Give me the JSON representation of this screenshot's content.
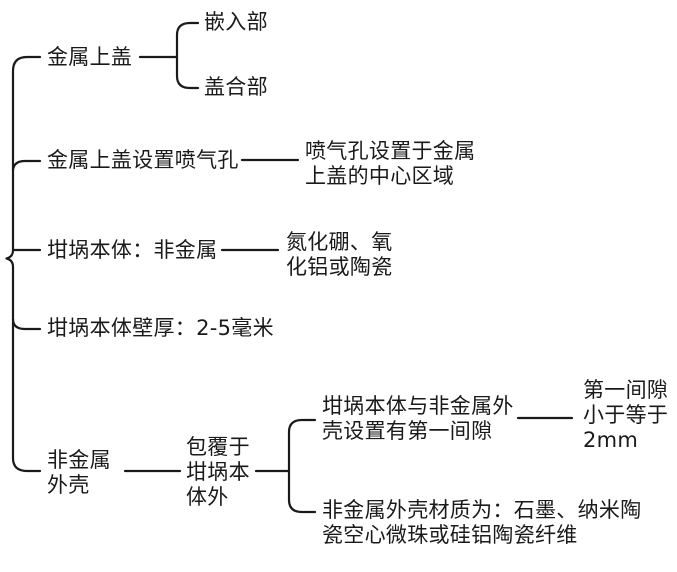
{
  "diagram": {
    "type": "tree",
    "orientation": "left-to-right",
    "colors": {
      "line": "#1a1a1a",
      "text": "#1a1a1a",
      "background": "#ffffff"
    },
    "nodes": {
      "metal_cover": {
        "label": "金属上盖"
      },
      "embed_part": {
        "label": "嵌入部"
      },
      "cover_part": {
        "label": "盖合部"
      },
      "vent_hole": {
        "label": "金属上盖设置喷气孔"
      },
      "vent_hole_detail": {
        "label": "喷气孔设置于金属\n上盖的中心区域"
      },
      "crucible_body": {
        "label": "坩埚本体：非金属"
      },
      "crucible_material": {
        "label": "氮化硼、氧\n化铝或陶瓷"
      },
      "wall_thickness": {
        "label": "坩埚本体壁厚：2-5毫米"
      },
      "outer_shell": {
        "label": "非金属\n外壳"
      },
      "shell_wrap": {
        "label": "包覆于\n坩埚本\n体外"
      },
      "gap_node": {
        "label": "坩埚本体与非金属外\n壳设置有第一间隙"
      },
      "gap_size": {
        "label": "第一间隙\n小于等于\n2mm"
      },
      "shell_material": {
        "label": "非金属外壳材质为：石墨、纳米陶\n瓷空心微珠或硅铝陶瓷纤维"
      }
    },
    "edges": [
      [
        "root",
        "metal_cover"
      ],
      [
        "root",
        "vent_hole"
      ],
      [
        "root",
        "crucible_body"
      ],
      [
        "root",
        "wall_thickness"
      ],
      [
        "root",
        "outer_shell"
      ],
      [
        "metal_cover",
        "embed_part"
      ],
      [
        "metal_cover",
        "cover_part"
      ],
      [
        "vent_hole",
        "vent_hole_detail"
      ],
      [
        "crucible_body",
        "crucible_material"
      ],
      [
        "outer_shell",
        "shell_wrap"
      ],
      [
        "shell_wrap",
        "gap_node"
      ],
      [
        "shell_wrap",
        "shell_material"
      ],
      [
        "gap_node",
        "gap_size"
      ]
    ]
  }
}
